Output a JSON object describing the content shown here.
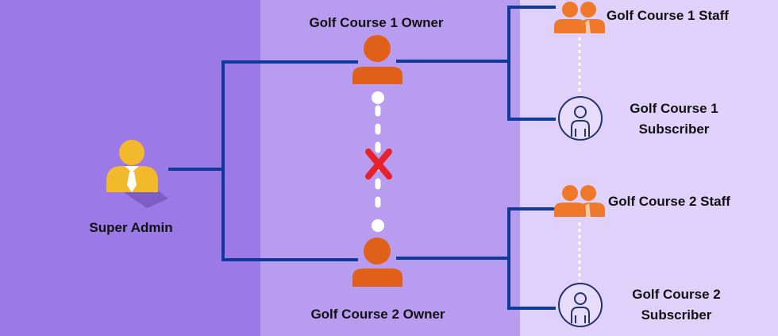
{
  "colors": {
    "panel_left": "#9b79e6",
    "panel_middle": "#b79cf0",
    "panel_right": "#e0d1fa",
    "connector": "#0f3a9c",
    "owner_orange": "#e0601a",
    "staff_orange": "#f0782a",
    "admin_yellow": "#f3b92c",
    "forbidden_mark": "#e8222b",
    "subscriber_outline": "#24346b"
  },
  "nodes": {
    "super_admin": {
      "label": "Super Admin",
      "icon": "admin-person-icon"
    },
    "owner_1": {
      "label": "Golf Course 1 Owner",
      "icon": "person-icon"
    },
    "owner_2": {
      "label": "Golf Course 2 Owner",
      "icon": "person-icon"
    },
    "staff_1": {
      "label": "Golf Course 1 Staff",
      "icon": "group-icon"
    },
    "staff_2": {
      "label": "Golf Course 2 Staff",
      "icon": "group-icon"
    },
    "subscriber_1": {
      "line1": "Golf Course 1",
      "line2": "Subscriber",
      "icon": "circled-user-icon"
    },
    "subscriber_2": {
      "line1": "Golf Course 2",
      "line2": "Subscriber",
      "icon": "circled-user-icon"
    }
  },
  "blocked_link": {
    "mark": "X",
    "icon": "cross-mark-icon"
  }
}
